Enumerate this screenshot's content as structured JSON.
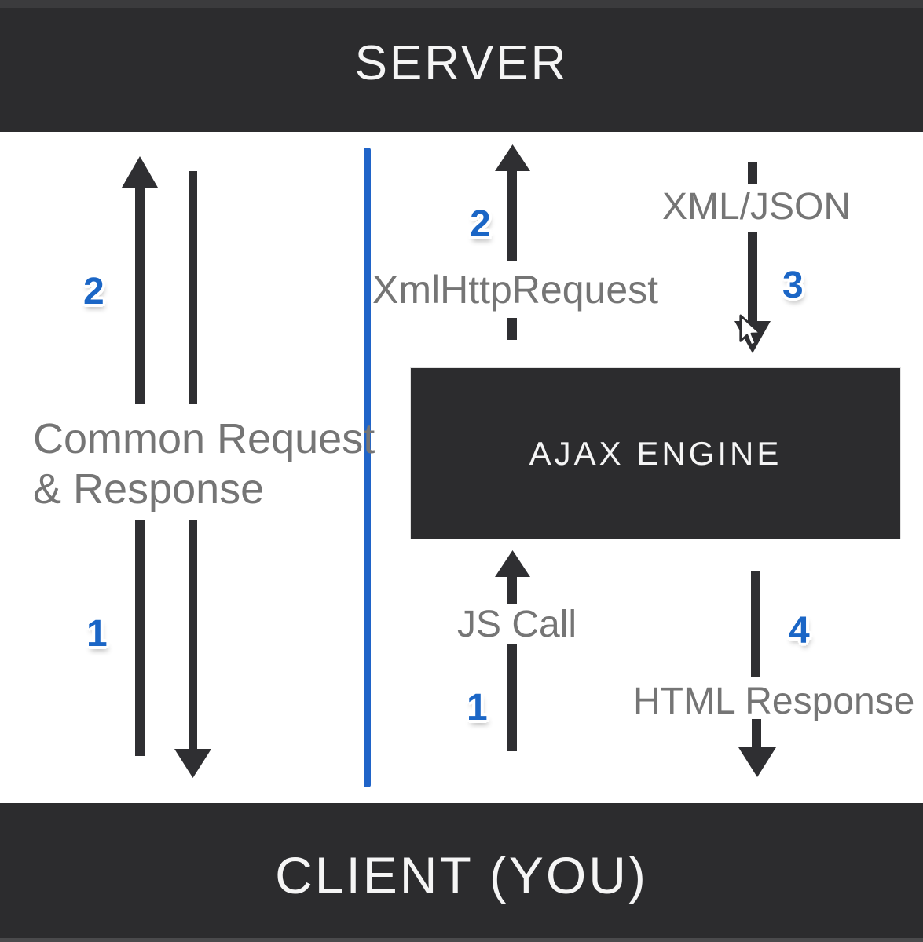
{
  "colors": {
    "accent-blue": "#1b66c6",
    "divider-blue": "#2064c8",
    "dark": "#2c2c2e",
    "arrow": "#2f2f32",
    "gray-text": "#757575"
  },
  "server_bar": {
    "title": "SERVER"
  },
  "client_bar": {
    "title": "CLIENT (YOU)"
  },
  "left_flow": {
    "title_line1": "Common Request",
    "title_line2": "& Response",
    "response_step": "2",
    "request_step": "1"
  },
  "right_flow": {
    "xml_http_request": {
      "label": "XmlHttpRequest",
      "step": "2"
    },
    "xml_json": {
      "label": "XML/JSON",
      "step": "3"
    },
    "ajax_engine": {
      "label": "AJAX ENGINE"
    },
    "js_call": {
      "label": "JS Call",
      "step": "1"
    },
    "html_response": {
      "label": "HTML Response",
      "step": "4"
    }
  },
  "icons": [
    "arrow-up-icon",
    "arrow-down-icon",
    "dashed-arrow-up-icon",
    "dashed-arrow-down-icon",
    "mouse-pointer-icon"
  ]
}
